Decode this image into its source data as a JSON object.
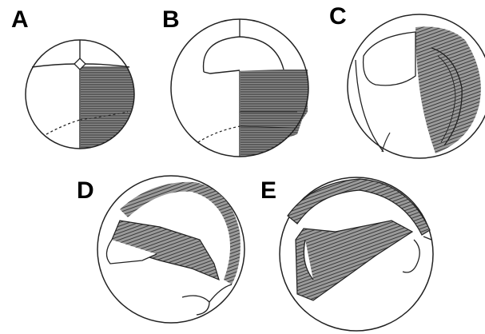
{
  "panels": [
    {
      "id": "a",
      "label": "A"
    },
    {
      "id": "b",
      "label": "B"
    },
    {
      "id": "c",
      "label": "C"
    },
    {
      "id": "d",
      "label": "D"
    },
    {
      "id": "e",
      "label": "E"
    }
  ],
  "colors": {
    "background": "#ffffff",
    "outline": "#222222",
    "shading_fill": "#7a7a7a",
    "shading_lines": "#3a3a3a",
    "label_text": "#000000"
  },
  "icons": {
    "stages": [
      "four-cell-embryo-icon",
      "blastula-embryo-icon",
      "gastrula-embryo-icon",
      "late-gastrula-embryo-icon",
      "neurula-embryo-icon"
    ]
  }
}
